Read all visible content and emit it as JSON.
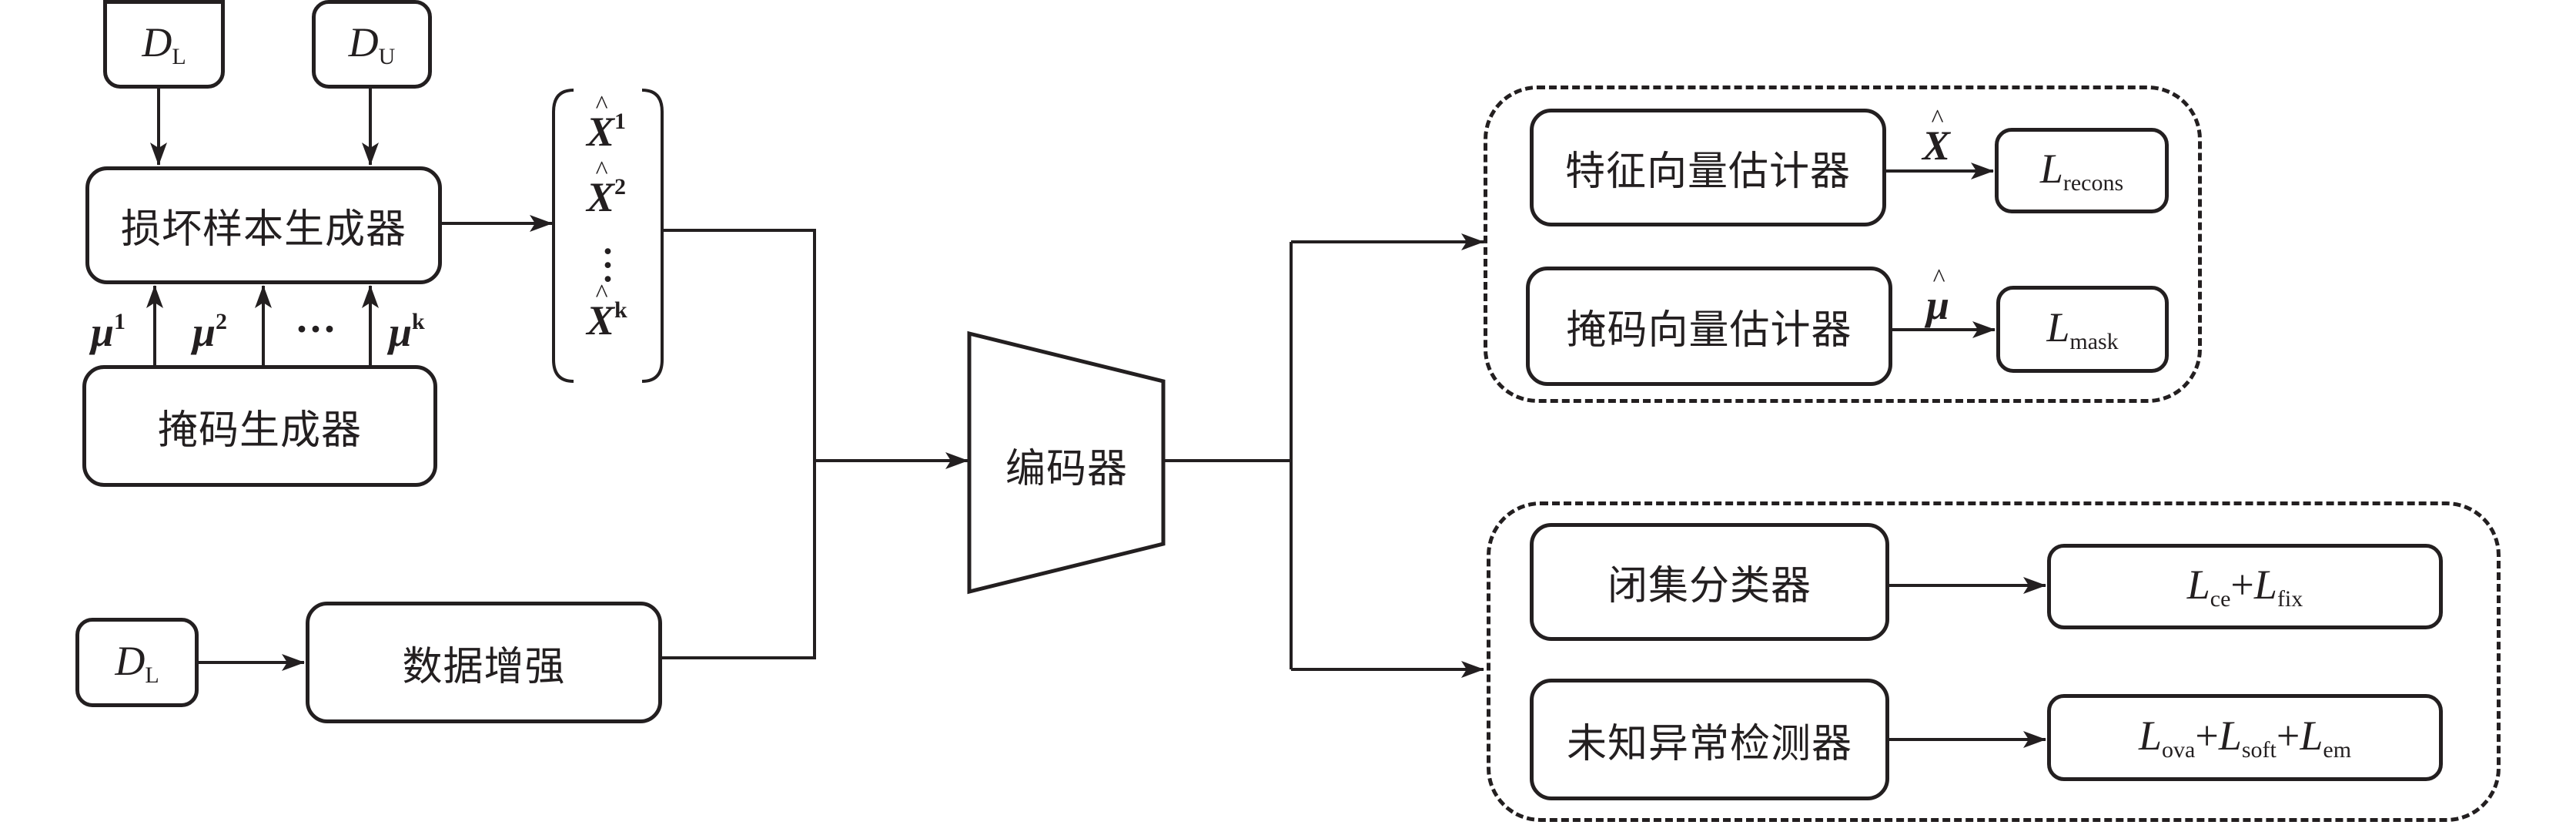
{
  "title": "损坏样本生成与开放集半监督学习框架示意图",
  "inputs": {
    "dl_top": {
      "main": "D",
      "sub": "L"
    },
    "du": {
      "main": "D",
      "sub": "U"
    },
    "dl_bottom": {
      "main": "D",
      "sub": "L"
    }
  },
  "modules": {
    "corrupt_generator": "损坏样本生成器",
    "mask_generator": "掩码生成器",
    "data_augmentation": "数据增强",
    "encoder": "编码器",
    "feature_estimator": "特征向量估计器",
    "mask_estimator": "掩码向量估计器",
    "closed_set_classifier": "闭集分类器",
    "unknown_detector": "未知异常检测器"
  },
  "mask_vectors": [
    {
      "main": "μ",
      "sup": "1"
    },
    {
      "main": "μ",
      "sup": "2"
    },
    {
      "ellipsis": "···"
    },
    {
      "main": "μ",
      "sup": "k"
    }
  ],
  "corrupted_samples": [
    {
      "main": "X",
      "sup": "1"
    },
    {
      "main": "X",
      "sup": "2"
    },
    {
      "main": "X",
      "sup": "k"
    }
  ],
  "edge_labels": {
    "x_hat": "X",
    "mu_hat": "μ"
  },
  "losses": {
    "recons": {
      "main": "L",
      "sub": "recons"
    },
    "mask": {
      "main": "L",
      "sub": "mask"
    },
    "classifier": [
      {
        "main": "L",
        "sub": "ce"
      },
      {
        "main": "L",
        "sub": "fix"
      }
    ],
    "detector": [
      {
        "main": "L",
        "sub": "ova"
      },
      {
        "main": "L",
        "sub": "soft"
      },
      {
        "main": "L",
        "sub": "em"
      }
    ],
    "plus": "+"
  },
  "colors": {
    "stroke": "#231f20",
    "background": "#ffffff"
  }
}
